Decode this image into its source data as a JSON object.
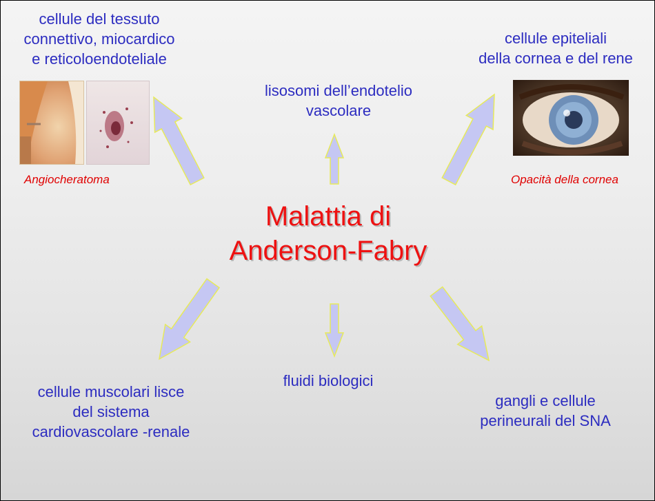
{
  "title": "Malattia di\nAnderson-Fabry",
  "labels": {
    "top_left": "cellule del tessuto\nconnettivo, miocardico\ne reticoloendoteliale",
    "top_center": "lisosomi dell’endotelio\nvascolare",
    "top_right": "cellule epiteliali\ndella cornea e del rene",
    "bottom_left": "cellule muscolari lisce\ndel sistema\ncardiovascolare -renale",
    "bottom_center": "fluidi biologici",
    "bottom_right": "gangli e cellule\nperineurali del SNA"
  },
  "captions": {
    "left": "Angiocheratoma",
    "right": "Opacità della cornea"
  },
  "colors": {
    "title": "#ee1111",
    "labels": "#2c2cc0",
    "captions": "#e00000",
    "arrow_fill": "#c5c7f3",
    "arrow_outline": "#e7ea5a"
  }
}
